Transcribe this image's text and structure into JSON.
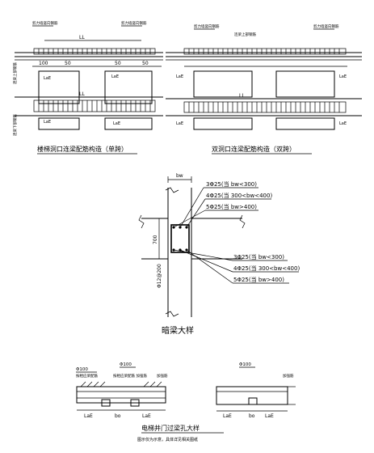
{
  "detail1": {
    "title": "楼梯洞口连梁配筋构造（单跨）",
    "label_ll": "LL",
    "dim_100": "100",
    "dim_50": "50",
    "lae": "LaE",
    "note_top_left": "剪力墙竖向钢筋",
    "note_side1": "连梁上部钢筋",
    "note_side2": "连梁下部钢筋"
  },
  "detail2": {
    "title": "双洞口连梁配筋构造（双跨）",
    "label_ll": "LL",
    "note_top_left": "剪力墙竖向钢筋",
    "note_top_right": "剪力墙竖向钢筋",
    "note_top_mid": "连梁上部钢筋"
  },
  "detail3": {
    "title": "暗梁大样",
    "bw": "bw",
    "dim_700": "700",
    "stirrup": "Φ12@200",
    "top_bars": [
      "3Φ25(当 bw<300)",
      "4Φ25(当 300<bw<400)",
      "5Φ25(当 bw>400)"
    ],
    "bottom_bars": [
      "3Φ25(当 bw<300)",
      "4Φ25(当 300<bw<400)",
      "5Φ25(当 bw>400)"
    ]
  },
  "detail4": {
    "title": "电梯井门过梁孔大样",
    "subtitle": "图示仅为示意，具体详见相关图纸",
    "phi100_a": "Φ100",
    "phi100_b": "Φ100",
    "phi100_c": "Φ100",
    "note_a": "按相应梁配筋",
    "note_b": "按相应梁配筋 加强筋",
    "note_c": "加强筋",
    "lae": "LaE",
    "bo": "bo"
  }
}
